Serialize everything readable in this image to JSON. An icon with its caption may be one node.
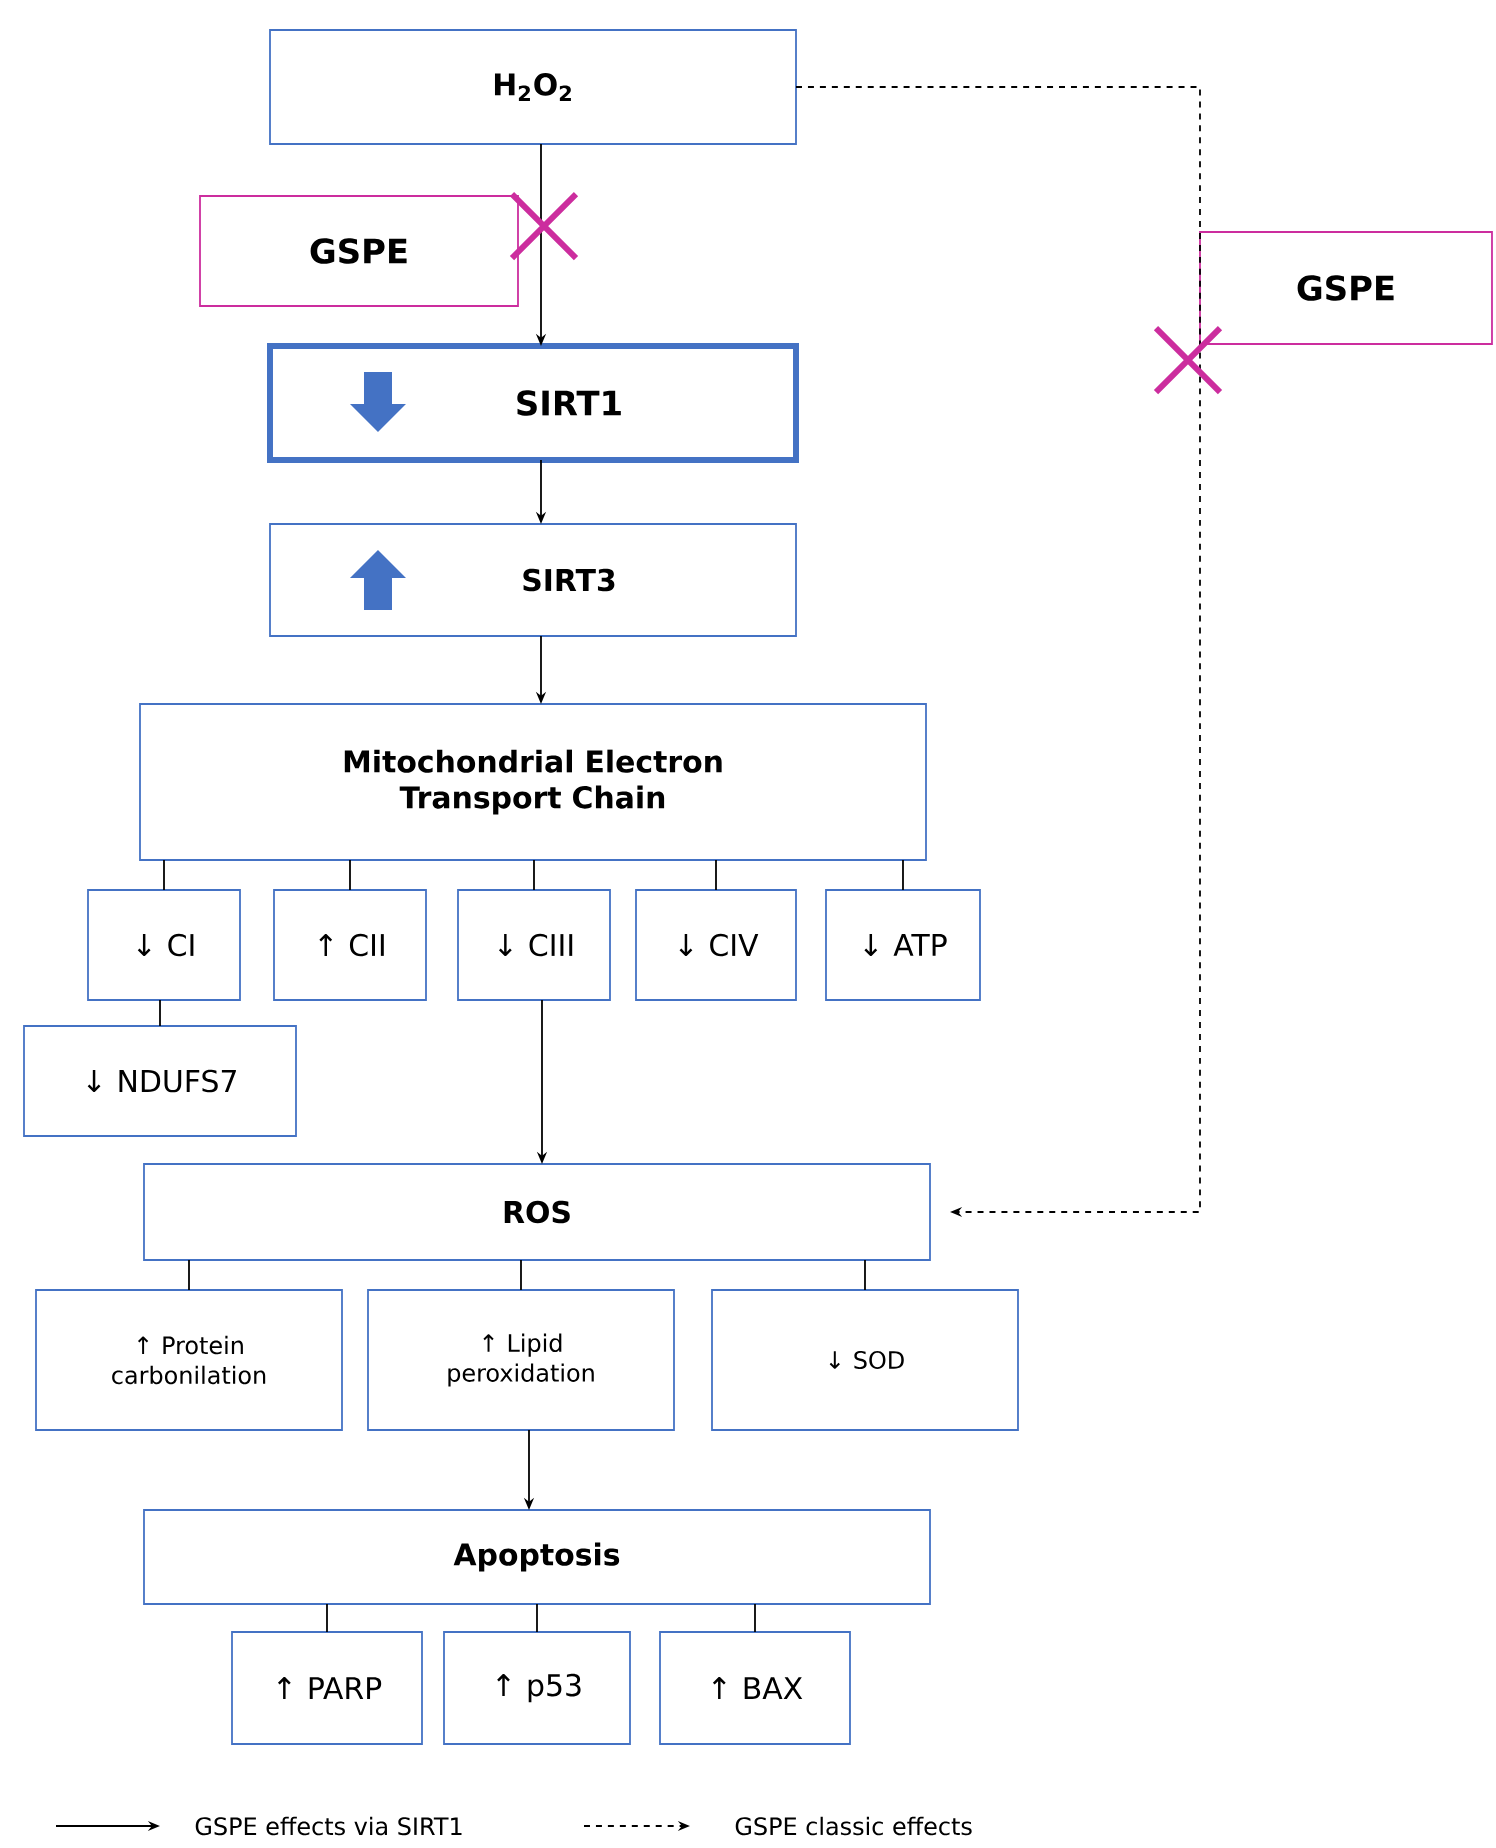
{
  "diagram": {
    "nodes": [
      {
        "text": [
          "H$_{2}$O$_{2}$"
        ]
      },
      {
        "text": [
          "GSPE"
        ]
      },
      {
        "text": [
          "SIRT1"
        ]
      },
      {
        "text": [
          "SIRT3"
        ]
      },
      {
        "text": [
          "Mitochondrial Electron Transport Chain"
        ]
      },
      {
        "text": [
          "↓ CI"
        ]
      },
      {
        "text": [
          "↑ CII"
        ]
      },
      {
        "text": [
          "↓ CIII"
        ]
      },
      {
        "text": [
          "↓ CIV"
        ]
      },
      {
        "text": [
          "↓ ATP"
        ]
      },
      {
        "text": [
          "↓ NDUFS7"
        ]
      },
      {
        "text": [
          "ROS"
        ]
      },
      {
        "text": [
          "↑ Protein carbonilation"
        ]
      },
      {
        "text": [
          "↑ Lipid peroxidation"
        ]
      },
      {
        "text": [
          "↓ SOD"
        ]
      },
      {
        "text": [
          "Apoptosis"
        ]
      },
      {
        "text": [
          "↑ PARP"
        ]
      },
      {
        "text": [
          "↑ p53"
        ]
      },
      {
        "text": [
          "↑ BAX"
        ]
      },
      {
        "text": [
          "GSPE"
        ]
      }
    ],
    "edges": [
      {
        "from": 0,
        "to": 2,
        "arrow": "to"
      },
      {
        "from": 2,
        "to": 3,
        "arrow": "to"
      },
      {
        "from": 3,
        "to": 4,
        "arrow": "to"
      },
      {
        "from": 4,
        "to": 5,
        "arrow": "none"
      },
      {
        "from": 4,
        "to": 6,
        "arrow": "none"
      },
      {
        "from": 4,
        "to": 7,
        "arrow": "none"
      },
      {
        "from": 4,
        "to": 8,
        "arrow": "none"
      },
      {
        "from": 4,
        "to": 9,
        "arrow": "none"
      },
      {
        "from": 5,
        "to": 10,
        "arrow": "none"
      },
      {
        "from": 7,
        "to": 11,
        "arrow": "to"
      },
      {
        "from": 11,
        "to": 12,
        "arrow": "none"
      },
      {
        "from": 11,
        "to": 13,
        "arrow": "none"
      },
      {
        "from": 11,
        "to": 14,
        "arrow": "none"
      },
      {
        "from": 13,
        "to": 15,
        "arrow": "to"
      },
      {
        "from": 15,
        "to": 16,
        "arrow": "none"
      },
      {
        "from": 15,
        "to": 17,
        "arrow": "none"
      },
      {
        "from": 15,
        "to": 18,
        "arrow": "none"
      },
      {
        "from": 0,
        "to": 11,
        "arrow": "to",
        "style": "dashed"
      }
    ],
    "legend": [
      {
        "text": "GSPE effects via SIRT1"
      },
      {
        "text": "GSPE classic effects"
      }
    ]
  }
}
